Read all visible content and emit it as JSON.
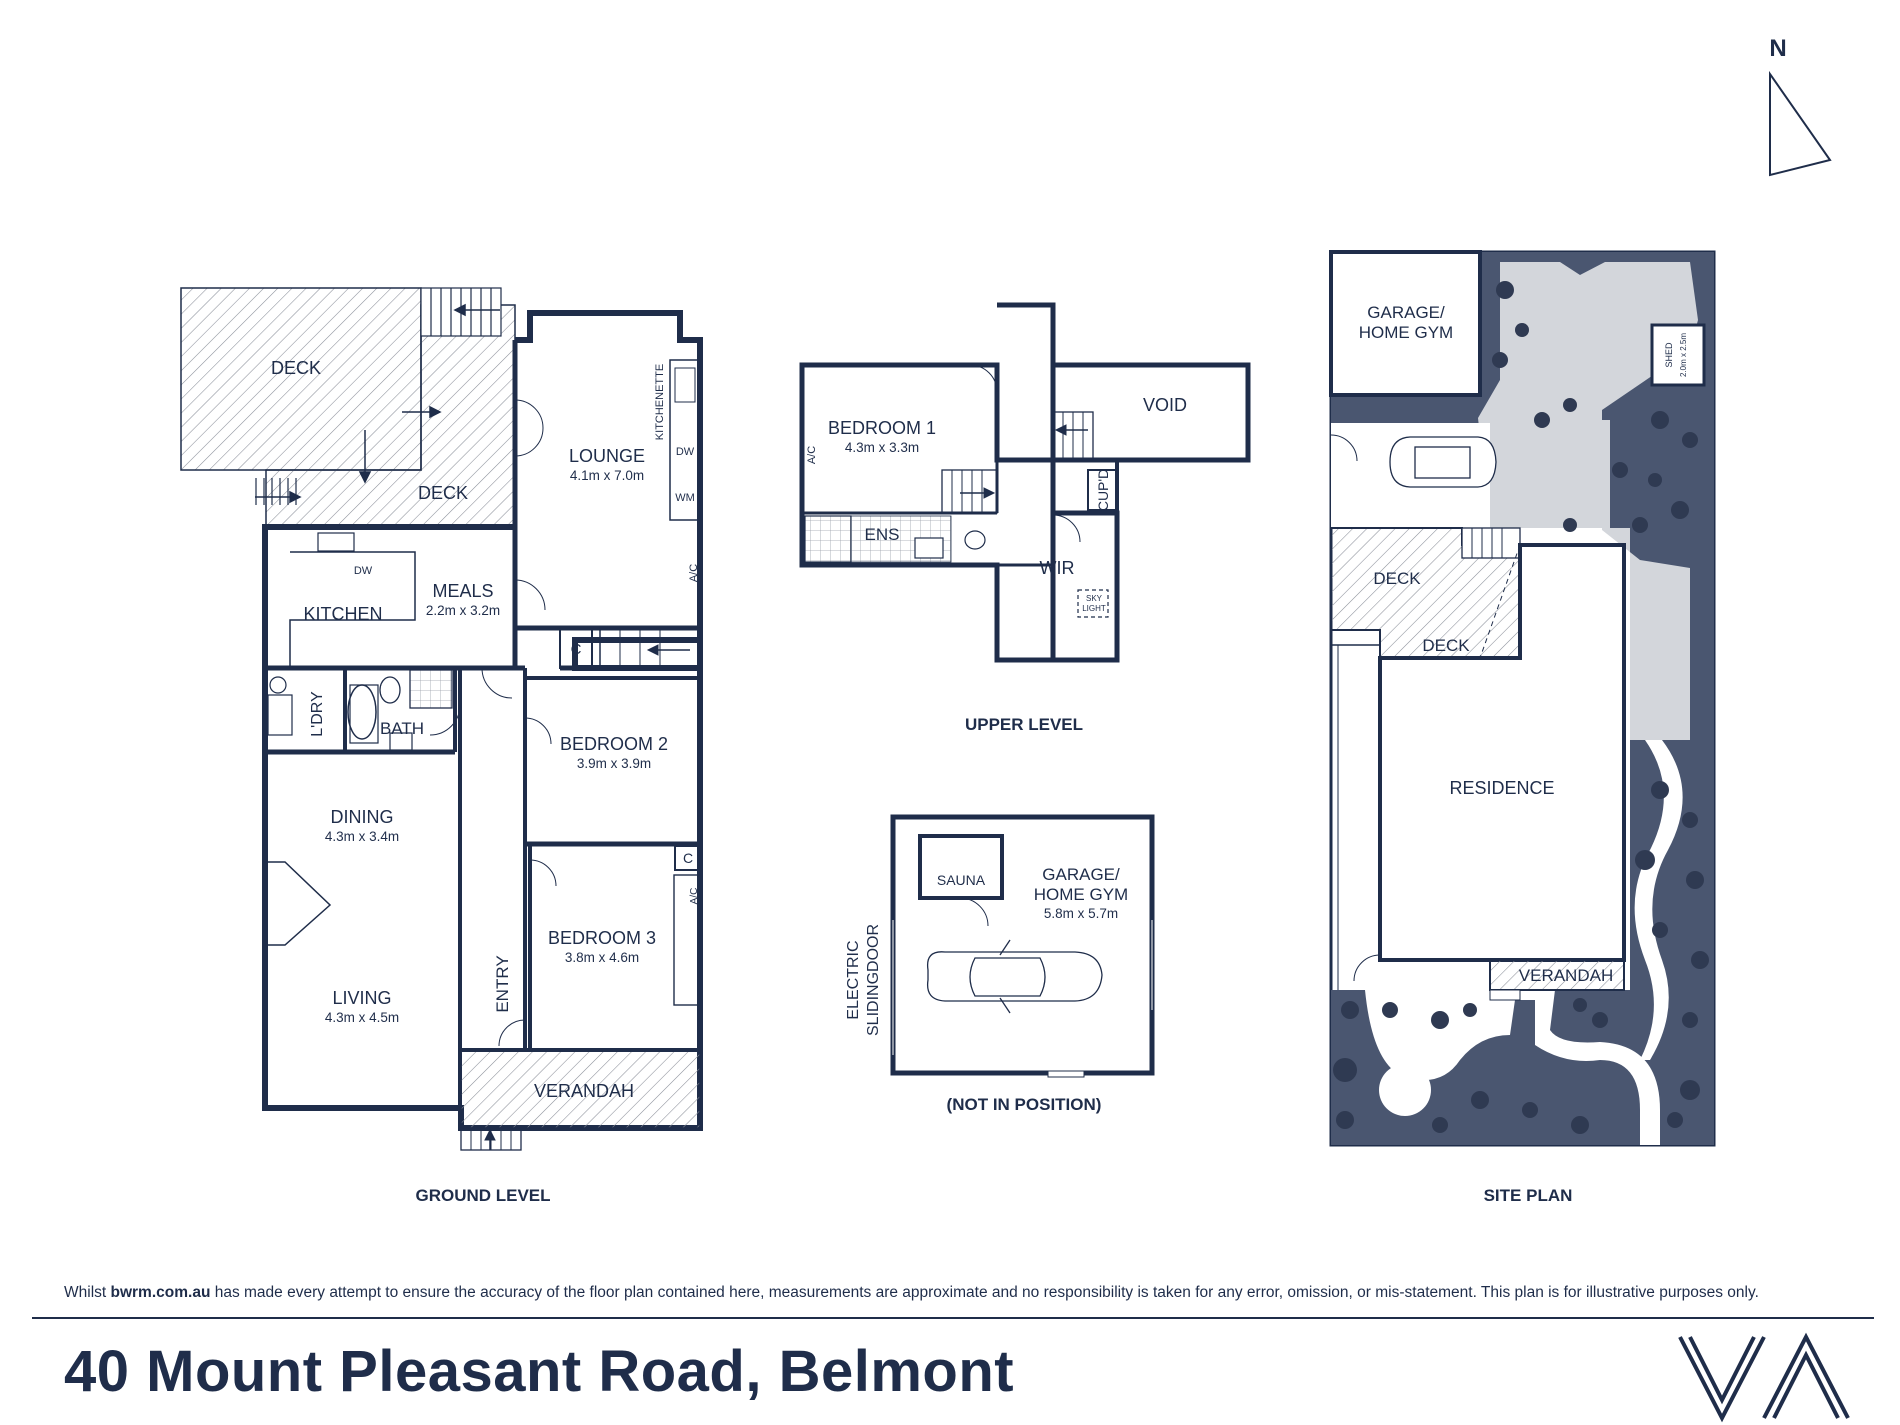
{
  "address": "40 Mount Pleasant Road, Belmont",
  "disclaimer": {
    "pre": "Whilst ",
    "site": "bwrm.com.au",
    "post": " has made every attempt to ensure the accuracy of the floor plan contained here, measurements are approximate and no responsibility is taken for any error, omission, or mis-statement. This plan is for illustrative purposes only."
  },
  "north_label": "N",
  "logo_text": "VA",
  "colors": {
    "ink": "#1f2d4a",
    "garden": "#4a5670",
    "driveway": "#d3d6db",
    "hatch": "#8a8f99"
  },
  "levels": {
    "ground": "GROUND LEVEL",
    "upper": "UPPER LEVEL",
    "garage_note": "(NOT IN POSITION)",
    "site": "SITE PLAN"
  },
  "ground": {
    "deck_a": "DECK",
    "deck_b": "DECK",
    "lounge": "LOUNGE",
    "lounge_size": "4.1m x 7.0m",
    "kitchenette": "KITCHENETTE",
    "dw_kitchenette": "DW",
    "wm": "WM",
    "ac_lounge": "A/C",
    "kitchen": "KITCHEN",
    "dw_kitchen": "DW",
    "meals": "MEALS",
    "meals_size": "2.2m x 3.2m",
    "cupboard_1": "C",
    "laundry": "L'DRY",
    "bath": "BATH",
    "bedroom2": "BEDROOM 2",
    "bedroom2_size": "3.9m x 3.9m",
    "dining": "DINING",
    "dining_size": "4.3m x 3.4m",
    "cupboard_2": "C",
    "ac_bed3": "A/C",
    "bedroom3": "BEDROOM 3",
    "bedroom3_size": "3.8m x 4.6m",
    "living": "LIVING",
    "living_size": "4.3m x 4.5m",
    "entry": "ENTRY",
    "verandah": "VERANDAH"
  },
  "upper": {
    "bedroom1": "BEDROOM 1",
    "bedroom1_size": "4.3m x 3.3m",
    "ac": "A/C",
    "void": "VOID",
    "cupd": "CUP'D",
    "ens": "ENS",
    "wir": "WIR",
    "skylight_1": "SKY",
    "skylight_2": "LIGHT"
  },
  "garage": {
    "sauna": "SAUNA",
    "name_1": "GARAGE/",
    "name_2": "HOME GYM",
    "size": "5.8m x 5.7m",
    "door_1": "ELECTRIC",
    "door_2": "SLIDINGDOOR"
  },
  "site": {
    "garage_1": "GARAGE/",
    "garage_2": "HOME GYM",
    "shed_1": "SHED",
    "shed_2": "2.0m x 2.5m",
    "deck_a": "DECK",
    "deck_b": "DECK",
    "residence": "RESIDENCE",
    "verandah": "VERANDAH"
  }
}
